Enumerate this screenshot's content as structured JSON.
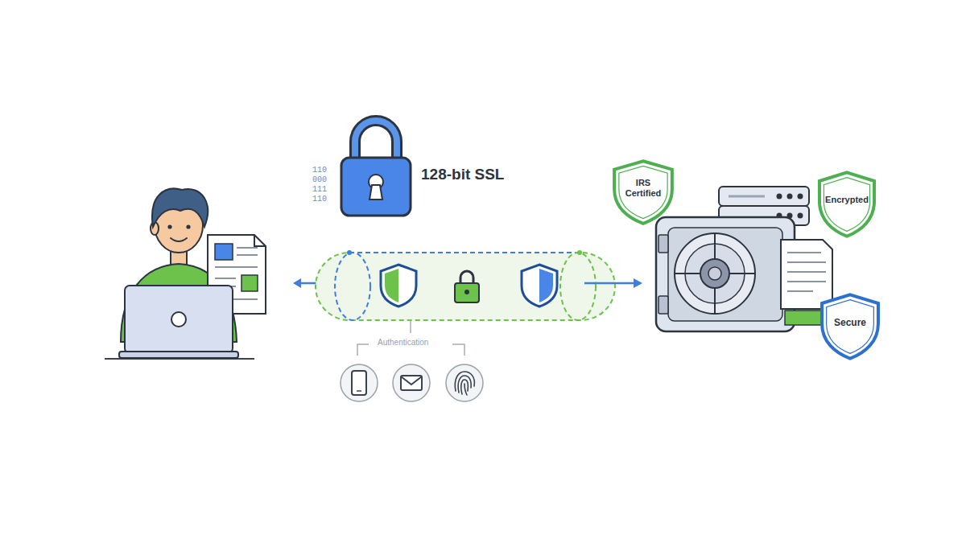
{
  "diagram": {
    "nodes": [
      {
        "text": [
          "IRS Certified"
        ]
      },
      {
        "text": [
          "Encrypted"
        ]
      },
      {
        "text": [
          "Secure"
        ]
      }
    ],
    "labels": [
      "110",
      "000",
      "111",
      "110",
      "128-bit SSL",
      "Authentication"
    ]
  }
}
